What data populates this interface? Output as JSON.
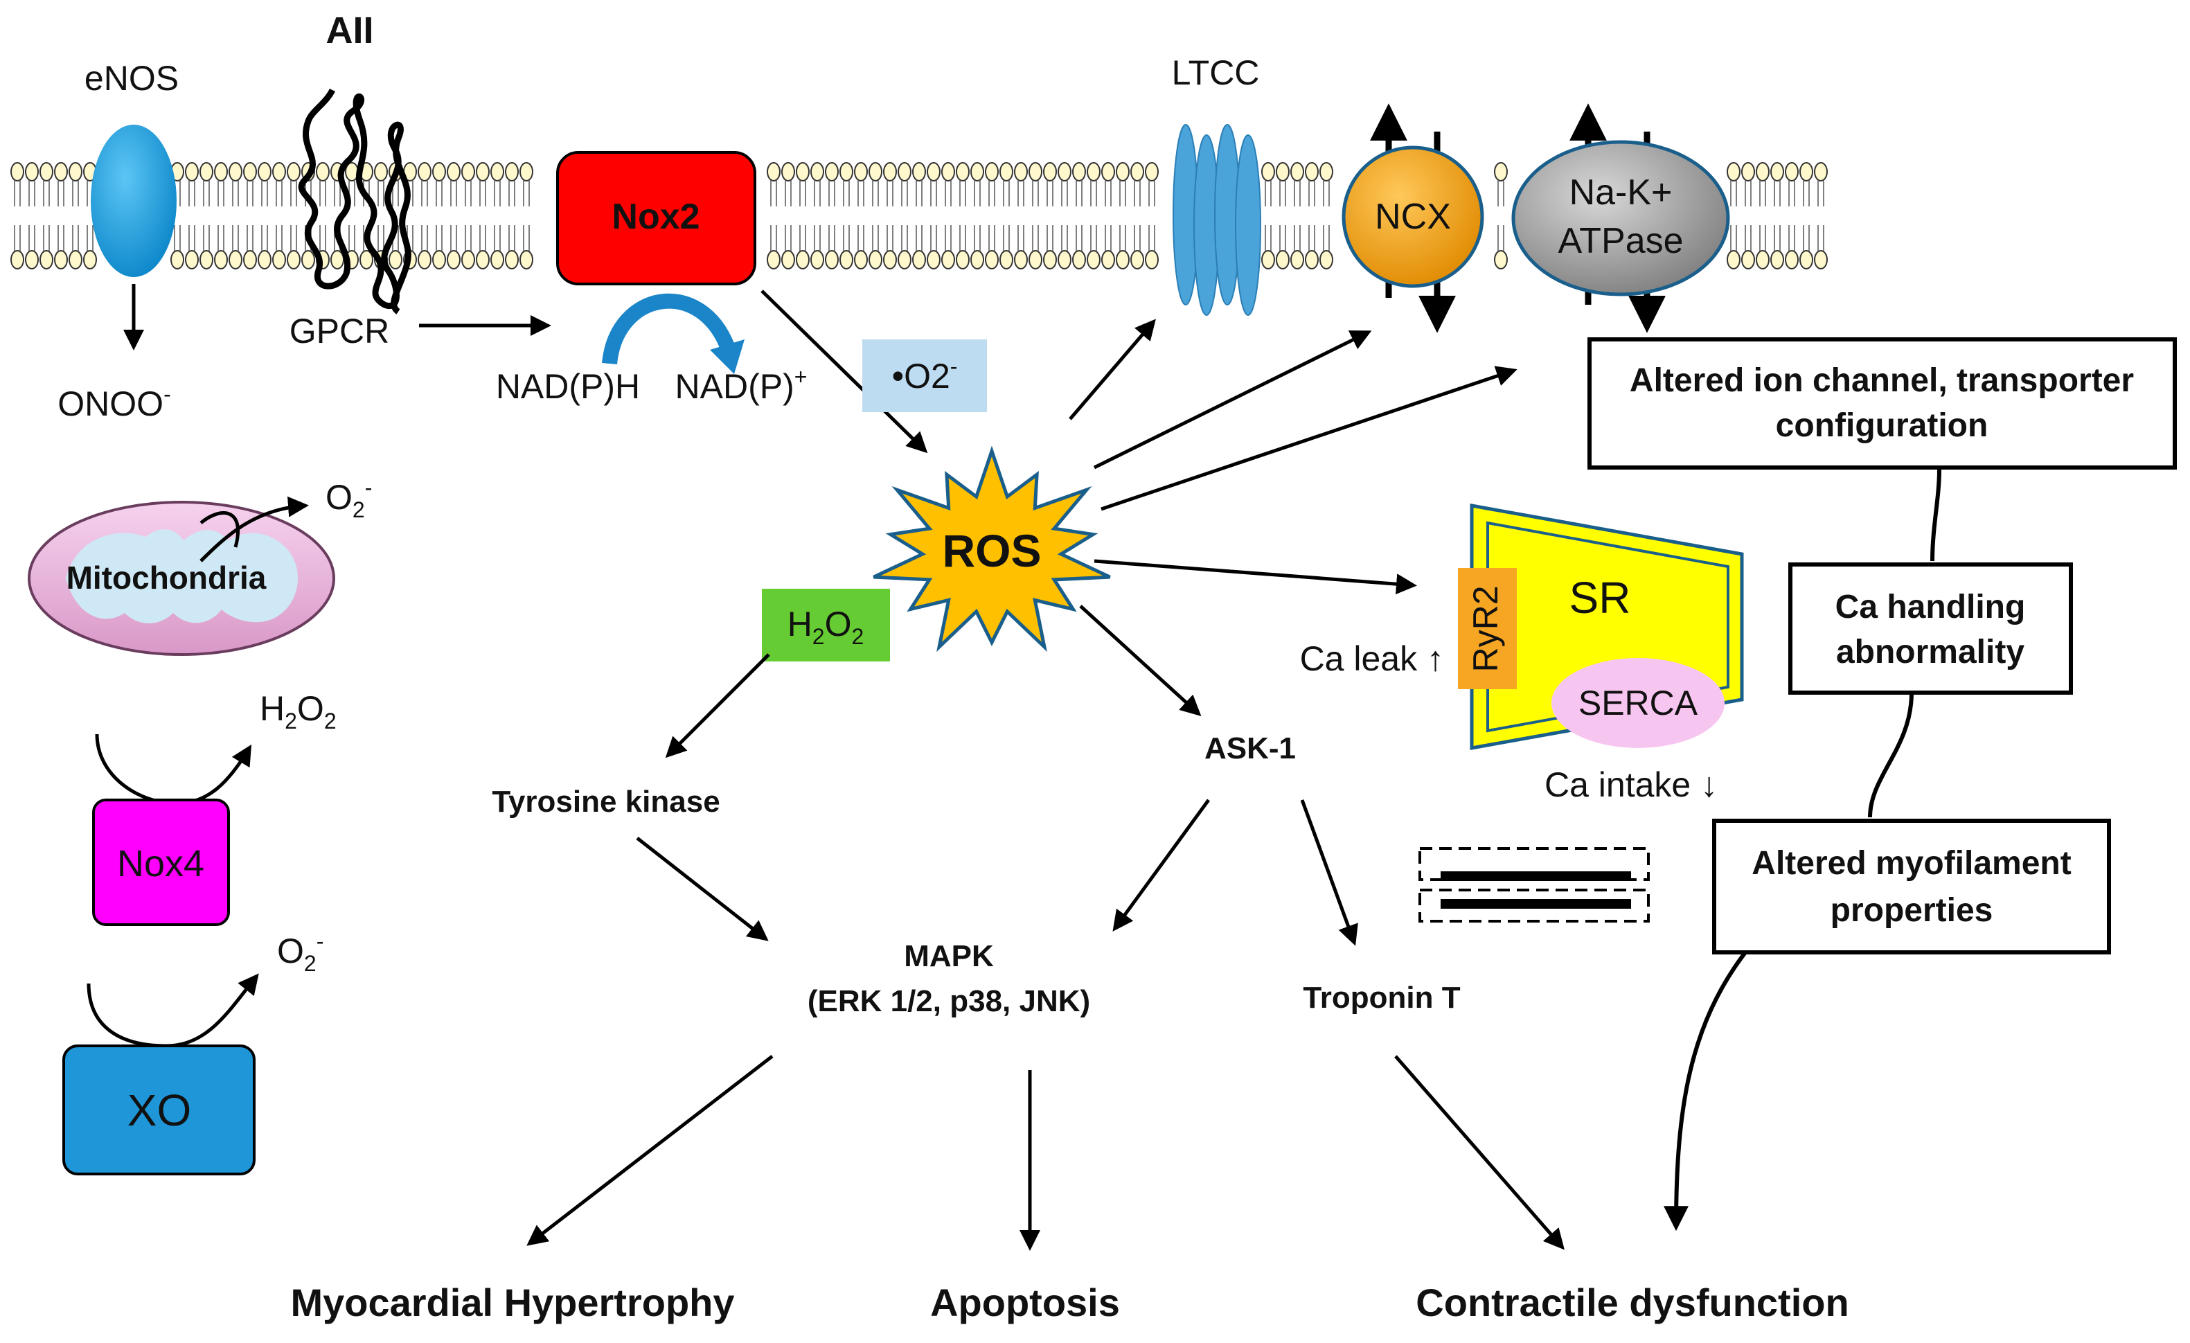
{
  "membrane_proteins": {
    "enos": "eNOS",
    "aii": "AII",
    "gpcr": "GPCR",
    "onoo": "ONOO",
    "onoo_charge": "-",
    "nox2": "Nox2",
    "nadph": "NAD(P)H",
    "nadp_plus": "NAD(P)",
    "nadp_plus_sup": "+",
    "superoxide_radical": "O2",
    "superoxide_radical_dot": "•",
    "superoxide_radical_charge": "-",
    "ltcc": "LTCC",
    "ncx": "NCX",
    "nak_line1": "Na-K+",
    "nak_line2": "ATPase"
  },
  "sources": {
    "mitochondria": "Mitochondria",
    "mito_product": "O",
    "mito_product_sub": "2",
    "mito_product_sup": "-",
    "nox4": "Nox4",
    "nox4_product": "H",
    "nox4_product_sub1": "2",
    "nox4_product_mid": "O",
    "nox4_product_sub2": "2",
    "xo": "XO",
    "xo_product": "O",
    "xo_product_sub": "2",
    "xo_product_sup": "-"
  },
  "center": {
    "ros": "ROS",
    "h2o2_h": "H",
    "h2o2_sub1": "2",
    "h2o2_o": "O",
    "h2o2_sub2": "2",
    "tyrosine_kinase": "Tyrosine kinase",
    "ask1": "ASK-1",
    "mapk_line1": "MAPK",
    "mapk_line2": "(ERK 1/2, p38, JNK)",
    "troponin": "Troponin T"
  },
  "sr": {
    "sr": "SR",
    "ryr2": "RyR2",
    "serca": "SERCA",
    "ca_leak": "Ca leak ↑",
    "ca_intake": "Ca intake ↓"
  },
  "boxes": {
    "altered_ion_line1": "Altered ion channel, transporter",
    "altered_ion_line2": "configuration",
    "ca_handling_line1": "Ca handling",
    "ca_handling_line2": "abnormality",
    "myofilament_line1": "Altered myofilament",
    "myofilament_line2": "properties"
  },
  "outcomes": {
    "hypertrophy": "Myocardial Hypertrophy",
    "apoptosis": "Apoptosis",
    "contractile": "Contractile dysfunction"
  },
  "colors": {
    "nox2": "#ff0000",
    "nox4": "#ff00ff",
    "xo": "#1e96d8",
    "ros": "#ffc000",
    "h2o2_box": "#66cc33",
    "superoxide_box": "#bddcf2",
    "sr": "#ffff00",
    "ryr2": "#f6a623",
    "serca": "#f7c6f0",
    "ncx": "#f5a400",
    "nak": "#a6a6a6",
    "mito_outer": "#f2b8e6",
    "mito_inner": "#cfe8f5",
    "enos": "#1aa3e6",
    "ltcc": "#4aa3d9"
  }
}
